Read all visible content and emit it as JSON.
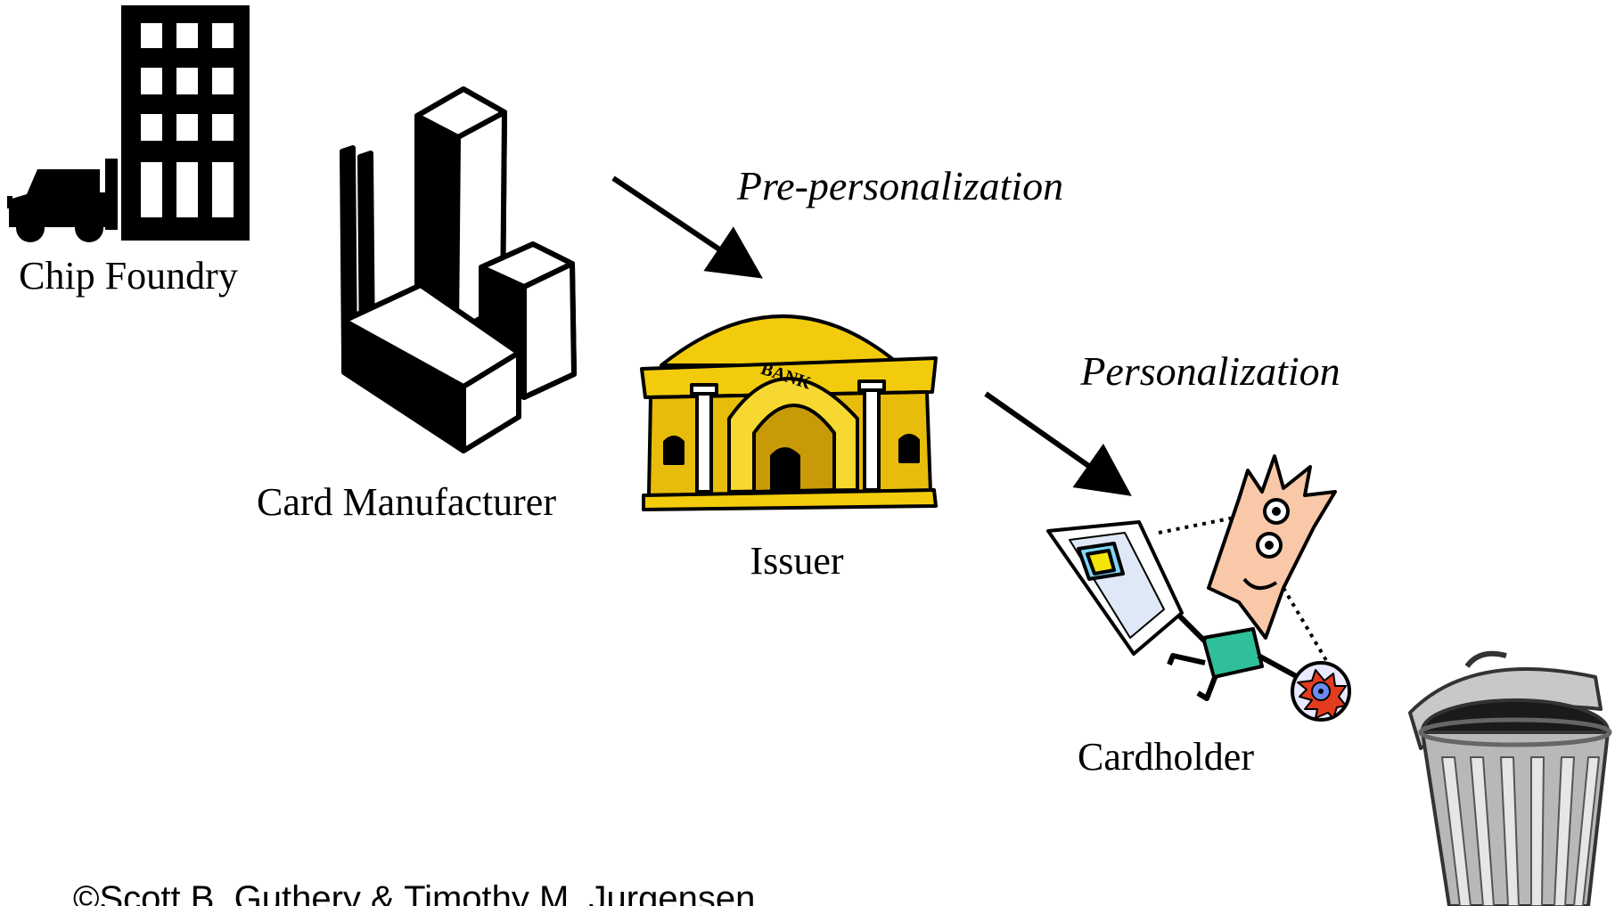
{
  "nodes": {
    "chip_foundry": "Chip Foundry",
    "card_manufacturer": "Card Manufacturer",
    "issuer": "Issuer",
    "cardholder": "Cardholder",
    "bank_sign": "BANK"
  },
  "edges": {
    "pre_personalization": "Pre-personalization",
    "personalization": "Personalization"
  },
  "footer": {
    "copyright": "©Scott B. Guthery & Timothy M. Jurgensen"
  },
  "colors": {
    "bank_gold": "#f2cc0c",
    "bank_outline": "#000000",
    "skin": "#f8c8a8",
    "shirt": "#2fbf9a",
    "card_blue": "#7fd6f5",
    "chip_yellow": "#f4e40a",
    "trash_grey": "#b8b8b8"
  }
}
